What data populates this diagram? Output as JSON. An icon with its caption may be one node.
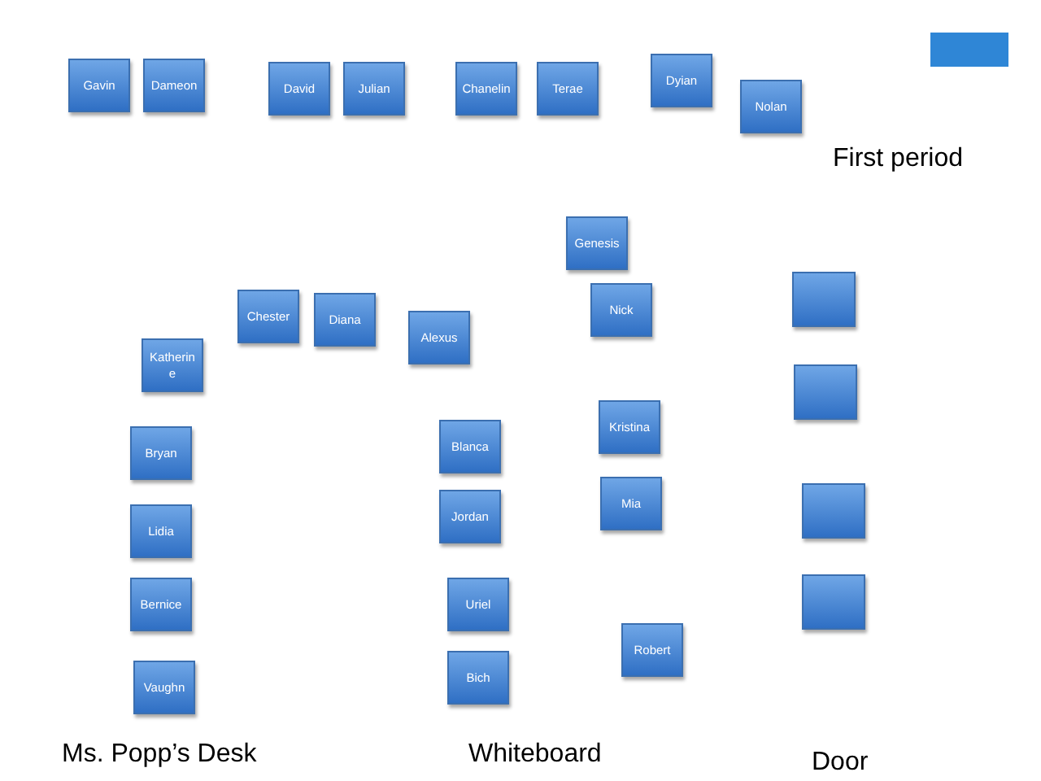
{
  "diagram": {
    "nodes": [
      {
        "text": [
          "Gavin"
        ]
      },
      {
        "text": [
          "Dameon"
        ]
      },
      {
        "text": [
          "David"
        ]
      },
      {
        "text": [
          "Julian"
        ]
      },
      {
        "text": [
          "Chanelin"
        ]
      },
      {
        "text": [
          "Terae"
        ]
      },
      {
        "text": [
          "Dyian"
        ]
      },
      {
        "text": [
          "Nolan"
        ]
      },
      {
        "text": [],
        "shape": "bar"
      },
      {
        "text": [
          "Genesis"
        ]
      },
      {
        "text": [
          "Chester"
        ]
      },
      {
        "text": [
          "Nick"
        ]
      },
      {
        "text": [
          "Diana"
        ]
      },
      {
        "text": [],
        "shape": "box"
      },
      {
        "text": [
          "Alexus"
        ]
      },
      {
        "text": [
          "Katherine"
        ]
      },
      {
        "text": [],
        "shape": "box"
      },
      {
        "text": [
          "Kristina"
        ]
      },
      {
        "text": [
          "Blanca"
        ]
      },
      {
        "text": [
          "Bryan"
        ]
      },
      {
        "text": [
          "Mia"
        ]
      },
      {
        "text": [
          "Jordan"
        ]
      },
      {
        "text": [],
        "shape": "box"
      },
      {
        "text": [
          "Lidia"
        ]
      },
      {
        "text": [
          "Bernice"
        ]
      },
      {
        "text": [
          "Uriel"
        ]
      },
      {
        "text": [],
        "shape": "box"
      },
      {
        "text": [
          "Robert"
        ]
      },
      {
        "text": [
          "Vaughn"
        ]
      },
      {
        "text": [
          "Bich"
        ]
      }
    ],
    "labels": [
      "First period",
      "Ms. Popp’s Desk",
      "Whiteboard",
      "Door"
    ]
  }
}
